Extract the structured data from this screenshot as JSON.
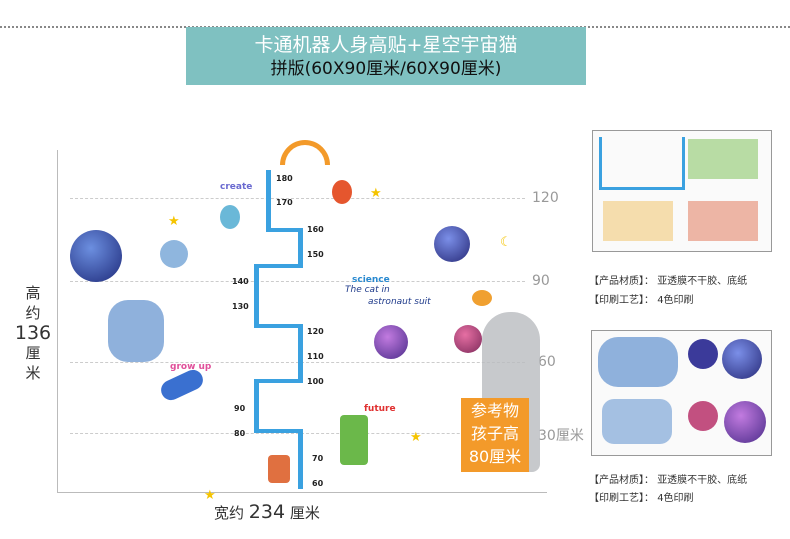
{
  "title": {
    "line1": "卡通机器人身高贴+星空宇宙猫",
    "line2": "拼版(60X90厘米/60X90厘米)"
  },
  "height_label": {
    "prefix": "高约",
    "value": "136",
    "unit": "厘米"
  },
  "width_label": {
    "prefix": "宽约",
    "value": "234",
    "unit": "厘米"
  },
  "scale_marks": [
    "120",
    "90",
    "60",
    "30厘米"
  ],
  "ruler_ticks": [
    "180",
    "170",
    "160",
    "150",
    "140",
    "130",
    "120",
    "110",
    "100",
    "90",
    "80",
    "70",
    "60"
  ],
  "sticker_texts": {
    "create": "create",
    "science": "science",
    "cat_line1": "The cat in",
    "cat_line2": "astronaut suit",
    "grow_up": "grow up",
    "future": "future"
  },
  "reference": {
    "line1": "参考物",
    "line2": "孩子高",
    "line3": "80厘米"
  },
  "products": [
    {
      "material_label": "【产品材质】：",
      "material": "亚透膜不干胶、底纸",
      "print_label": "【印刷工艺】：",
      "print": "4色印刷"
    },
    {
      "material_label": "【产品材质】：",
      "material": "亚透膜不干胶、底纸",
      "print_label": "【印刷工艺】：",
      "print": "4色印刷"
    }
  ],
  "colors": {
    "banner": "#7fc1c1",
    "ruler": "#3aa1e0",
    "reference": "#f39a2a"
  }
}
